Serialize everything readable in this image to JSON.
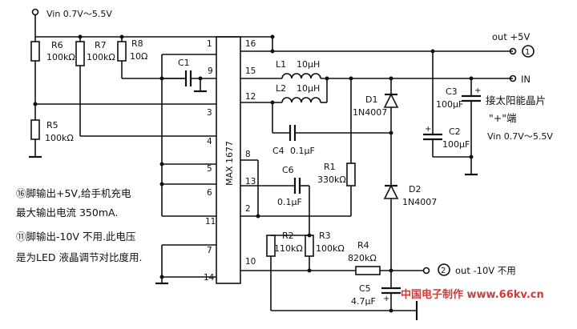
{
  "supply": {
    "label": "Vin  0.7V～5.5V"
  },
  "resistors": {
    "r6": {
      "name": "R6",
      "value": "100kΩ"
    },
    "r7": {
      "name": "R7",
      "value": "100kΩ"
    },
    "r8": {
      "name": "R8",
      "value": "10Ω"
    },
    "r5": {
      "name": "R5",
      "value": "100kΩ"
    },
    "r1": {
      "name": "R1",
      "value": "330kΩ"
    },
    "r2": {
      "name": "R2",
      "value": "110kΩ"
    },
    "r3": {
      "name": "R3",
      "value": "100kΩ"
    },
    "r4": {
      "name": "R4",
      "value": "820kΩ"
    }
  },
  "capacitors": {
    "c1": {
      "name": "C1"
    },
    "c2": {
      "name": "C2",
      "value": "100μF"
    },
    "c3": {
      "name": "C3",
      "value": "100μF"
    },
    "c4": {
      "name": "C4",
      "value": "0.1μF"
    },
    "c5": {
      "name": "C5",
      "value": "4.7μF"
    },
    "c6": {
      "name": "C6",
      "value": "0.1μF"
    }
  },
  "inductors": {
    "l1": {
      "name": "L1",
      "value": "10μH"
    },
    "l2": {
      "name": "L2",
      "value": "10μH"
    }
  },
  "diodes": {
    "d1": {
      "name": "D1",
      "part": "1N4007"
    },
    "d2": {
      "name": "D2",
      "part": "1N4007"
    }
  },
  "ic": {
    "name": "MAX 1677",
    "pins": [
      "1",
      "16",
      "9",
      "15",
      "12",
      "3",
      "4",
      "8",
      "5",
      "13",
      "6",
      "2",
      "11",
      "7",
      "10",
      "14"
    ]
  },
  "terminals": {
    "out_plus": "out  +5V",
    "out_plus_num": "1",
    "in": "IN",
    "out_minus_num": "2",
    "out_minus": "out  -10V 不用"
  },
  "solar": {
    "line1": "接太阳能晶片",
    "line2": "\"+\"端",
    "line3": "Vin  0.7V～5.5V"
  },
  "notes": {
    "line1": "⑯脚输出+5V,给手机充电",
    "line2": "最大输出电流  350mA.",
    "line3": "⑪脚输出-10V 不用.此电压",
    "line4": "是为LED 液晶调节对比度用."
  },
  "watermark": "中国电子制作  www.66kv.cn"
}
